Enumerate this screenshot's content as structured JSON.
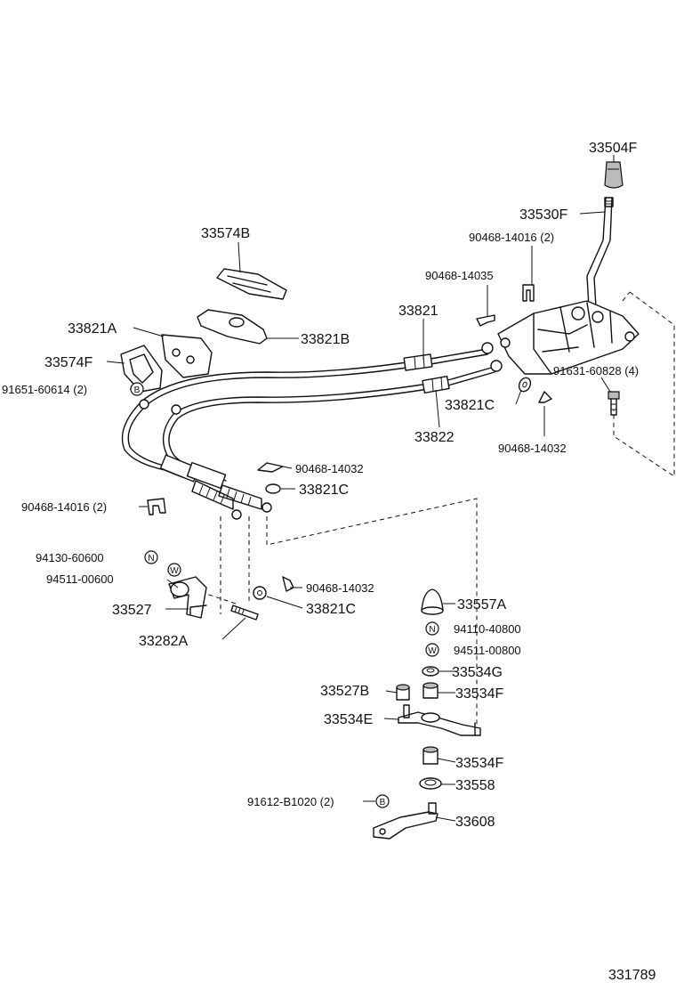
{
  "labels": {
    "p33504F": "33504F",
    "p33530F": "33530F",
    "p90468_14016_top": "90468-14016 (2)",
    "p90468_14035": "90468-14035",
    "p33574B": "33574B",
    "p33821": "33821",
    "p33821A": "33821A",
    "p33821B": "33821B",
    "p33574F": "33574F",
    "p91651": "91651-60614 (2)",
    "p91631": "91631-60828 (4)",
    "p33821C_top": "33821C",
    "p33822": "33822",
    "p90468_14032_right": "90468-14032",
    "p90468_14032_mid": "90468-14032",
    "p33821C_mid": "33821C",
    "p90468_14016_left": "90468-14016 (2)",
    "p94130": "94130-60600",
    "p94511_left": "94511-00600",
    "p33527": "33527",
    "p33282A": "33282A",
    "p90468_14032_low": "90468-14032",
    "p33821C_low": "33821C",
    "p33557A": "33557A",
    "p94110": "94110-40800",
    "p94511_right": "94511-00800",
    "p33534G": "33534G",
    "p33527B": "33527B",
    "p33534F_a": "33534F",
    "p33534E": "33534E",
    "p33534F_b": "33534F",
    "p33558": "33558",
    "p91612": "91612-B1020 (2)",
    "p33608": "33608",
    "figure_no": "331789"
  },
  "symbols": {
    "bolt": "B",
    "nut": "N",
    "washer": "W"
  }
}
